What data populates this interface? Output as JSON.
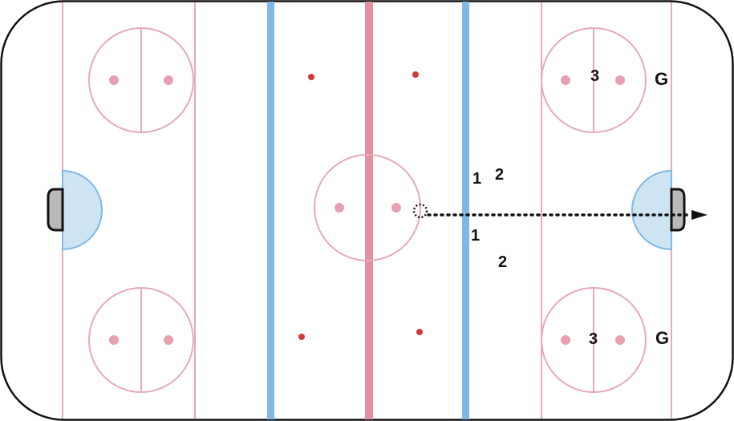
{
  "colors": {
    "board": "#111111",
    "goal_line": "#e8a9b8",
    "red_line": "#e48fa2",
    "blue_line": "#7fb8e6",
    "circle": "#e8a9b8",
    "faceoff_dot": "#e8a0b0",
    "neutral_dot": "#d23a3a",
    "crease_fill": "#cfe4f3",
    "crease_stroke": "#7fb8e6",
    "net_fill": "#b9b9b9",
    "path": "#111111"
  },
  "players": {
    "f1_top": "1",
    "f2_top": "2",
    "f1_bottom": "1",
    "f2_bottom": "2",
    "f3_top": "3",
    "f3_bottom": "3",
    "goalie_top": "G",
    "goalie_bottom": "G"
  },
  "puck_path": {
    "style": "dotted",
    "arrow": "right",
    "start": "center-ice",
    "end": "right-goal"
  }
}
